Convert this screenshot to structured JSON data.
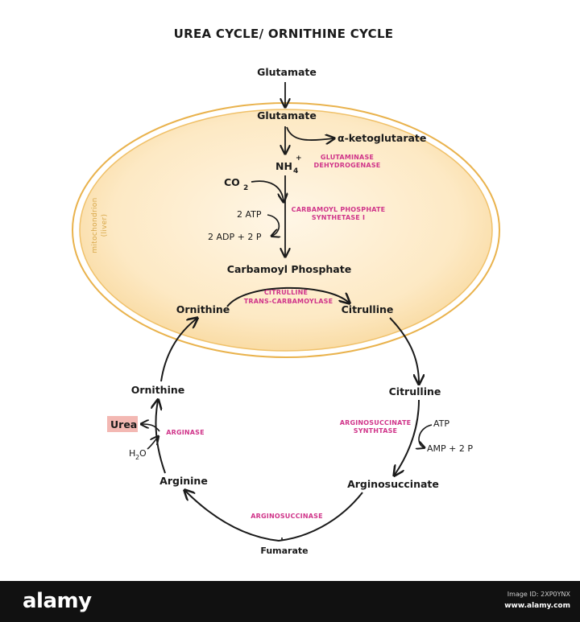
{
  "title": "UREA CYCLE/ ORNITHINE CYCLE",
  "compartment": {
    "label_line1": "mitochondrion",
    "label_line2": "(liver)"
  },
  "nodes": {
    "glutamate_top": "Glutamate",
    "glutamate": "Glutamate",
    "a_ketoglutarate": "α-ketoglutarate",
    "nh4": "NH",
    "nh4_sub": "4",
    "nh4_sup": "+",
    "co2": "CO",
    "co2_sub": "2",
    "atp_2": "2 ATP",
    "adp": "2 ADP + 2 P",
    "carbamoyl_phosphate": "Carbamoyl Phosphate",
    "ornithine_mito": "Ornithine",
    "citrulline_mito": "Citrulline",
    "citrulline": "Citrulline",
    "atp": "ATP",
    "amp": "AMP + 2 P",
    "argininosuccinate": "Arginosuccinate",
    "fumarate": "Fumarate",
    "arginine": "Arginine",
    "ornithine": "Ornithine",
    "urea": "Urea",
    "h2o": "H",
    "h2o_sub": "2",
    "h2o_tail": "O"
  },
  "enzymes": {
    "glutaminase_1": "GLUTAMINASE",
    "glutaminase_2": "DEHYDROGENASE",
    "cps_1": "CARBAMOYL PHOSPHATE",
    "cps_2": "SYNTHETASE I",
    "otc_1": "CITRULLINE",
    "otc_2": "TRANS-CARBAMOYLASE",
    "ass_1": "ARGINOSUCCINATE",
    "ass_2": "SYNTHTASE",
    "asl": "ARGINOSUCCINASE",
    "arginase": "ARGINASE"
  },
  "footer": {
    "logo": "alamy",
    "image_id": "Image ID: 2XP0YNX",
    "site": "www.alamy.com"
  },
  "colors": {
    "enzyme": "#d0358a",
    "mitochondrion_fill": "#fbe3b4",
    "mitochondrion_edge": "#e6b04a",
    "urea_highlight": "#f3b8b3"
  }
}
